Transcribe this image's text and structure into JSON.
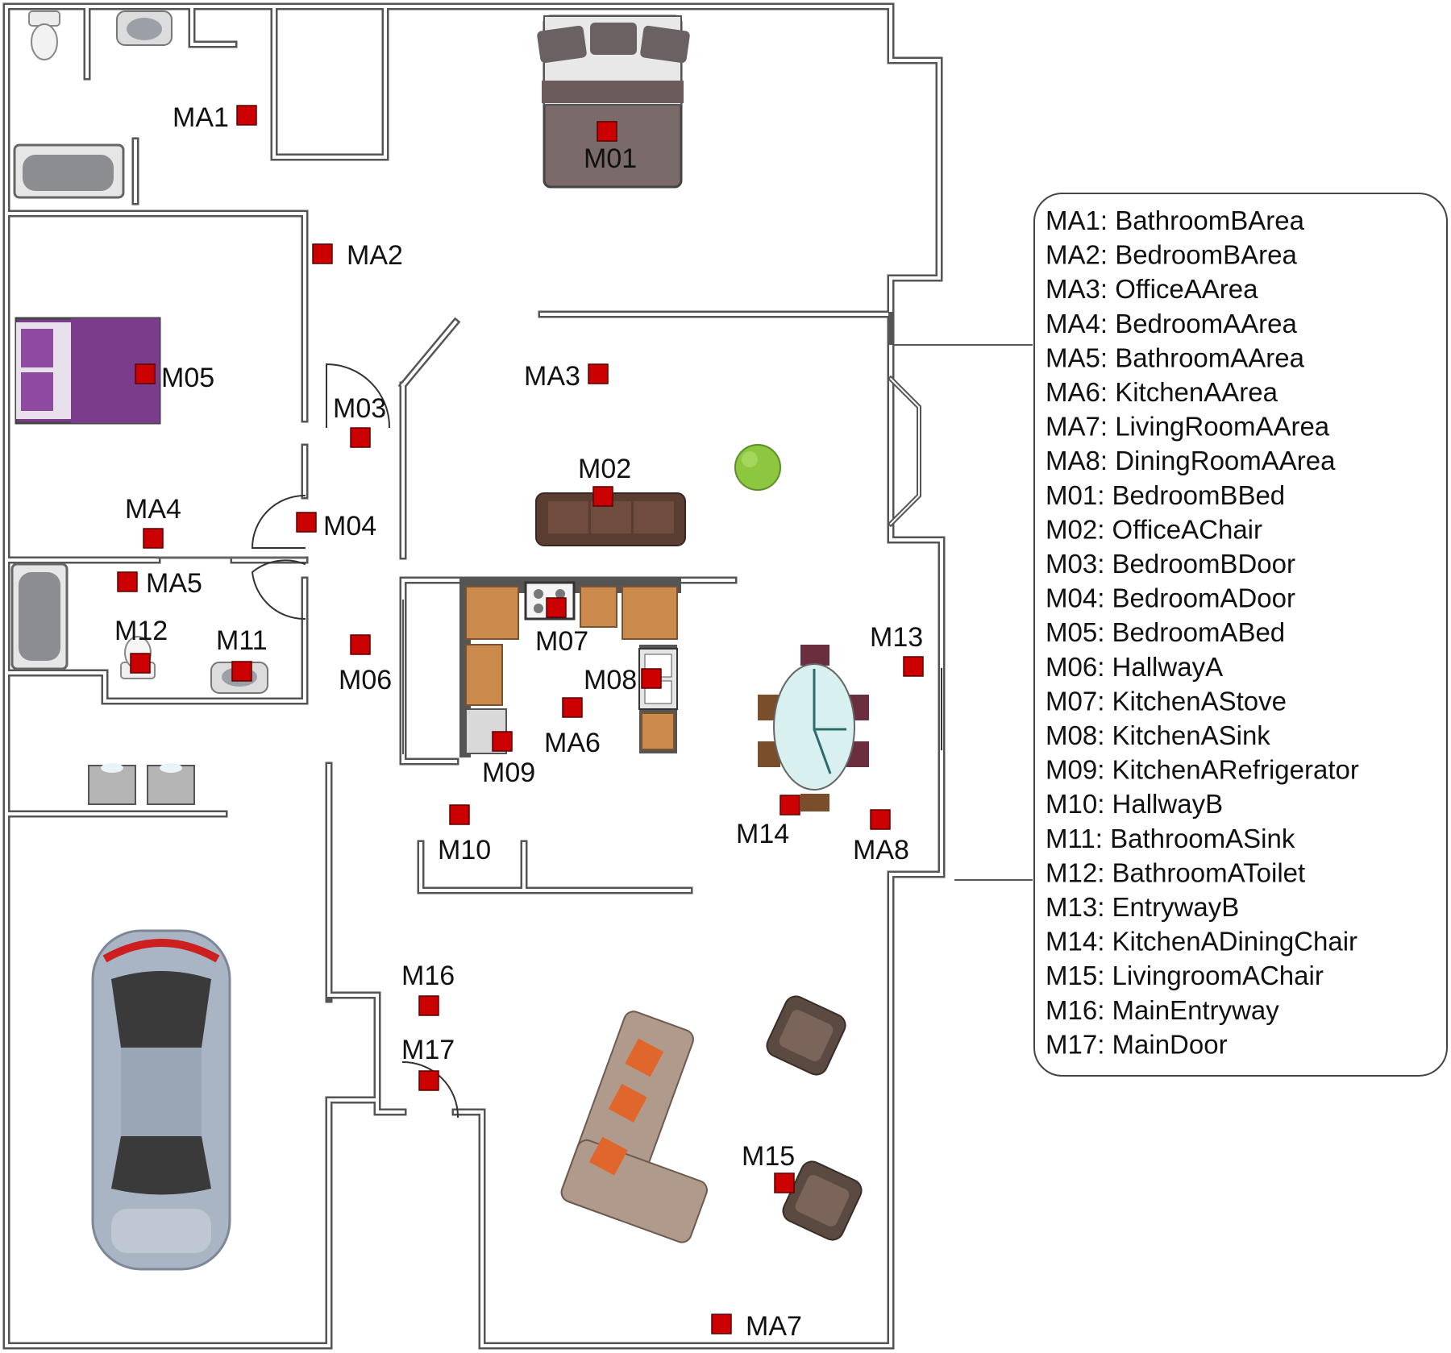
{
  "colors": {
    "wall_outer": "#555555",
    "wall_fill": "#ffffff",
    "sensor": "#cc0000",
    "sofa_brown": "#6b4a3a",
    "bed_purple": "#7b3c8c",
    "counter_orange": "#c98a4b",
    "car_silver": "#a9b4c4"
  },
  "sensors": [
    {
      "id": "MA1",
      "label": "MA1"
    },
    {
      "id": "MA2",
      "label": "MA2"
    },
    {
      "id": "MA3",
      "label": "MA3"
    },
    {
      "id": "MA4",
      "label": "MA4"
    },
    {
      "id": "MA5",
      "label": "MA5"
    },
    {
      "id": "MA6",
      "label": "MA6"
    },
    {
      "id": "MA7",
      "label": "MA7"
    },
    {
      "id": "MA8",
      "label": "MA8"
    },
    {
      "id": "M01",
      "label": "M01"
    },
    {
      "id": "M02",
      "label": "M02"
    },
    {
      "id": "M03",
      "label": "M03"
    },
    {
      "id": "M04",
      "label": "M04"
    },
    {
      "id": "M05",
      "label": "M05"
    },
    {
      "id": "M06",
      "label": "M06"
    },
    {
      "id": "M07",
      "label": "M07"
    },
    {
      "id": "M08",
      "label": "M08"
    },
    {
      "id": "M09",
      "label": "M09"
    },
    {
      "id": "M10",
      "label": "M10"
    },
    {
      "id": "M11",
      "label": "M11"
    },
    {
      "id": "M12",
      "label": "M12"
    },
    {
      "id": "M13",
      "label": "M13"
    },
    {
      "id": "M14",
      "label": "M14"
    },
    {
      "id": "M15",
      "label": "M15"
    },
    {
      "id": "M16",
      "label": "M16"
    },
    {
      "id": "M17",
      "label": "M17"
    }
  ],
  "legend": [
    "MA1: BathroomBArea",
    "MA2: BedroomBArea",
    "MA3: OfficeAArea",
    "MA4: BedroomAArea",
    "MA5: BathroomAArea",
    "MA6: KitchenAArea",
    "MA7: LivingRoomAArea",
    "MA8: DiningRoomAArea",
    "M01: BedroomBBed",
    "M02: OfficeAChair",
    "M03: BedroomBDoor",
    "M04: BedroomADoor",
    "M05: BedroomABed",
    "M06: HallwayA",
    "M07: KitchenAStove",
    "M08: KitchenASink",
    "M09: KitchenARefrigerator",
    "M10: HallwayB",
    "M11: BathroomASink",
    "M12: BathroomAToilet",
    "M13: EntrywayB",
    "M14: KitchenADiningChair",
    "M15: LivingroomAChair",
    "M16: MainEntryway",
    "M17: MainDoor"
  ]
}
